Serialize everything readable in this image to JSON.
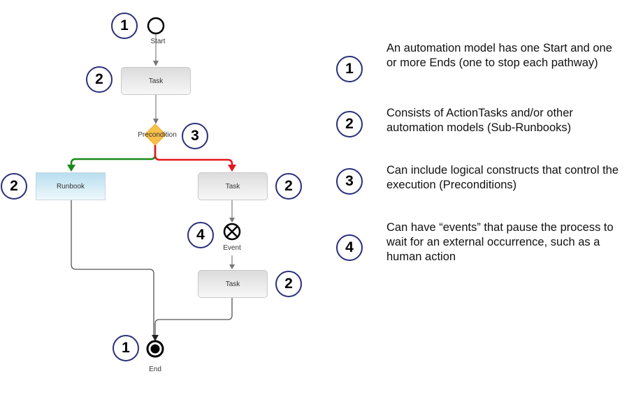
{
  "diagram": {
    "nodes": {
      "start": {
        "label": "Start",
        "badge": "1"
      },
      "task_top": {
        "label": "Task",
        "badge": "2"
      },
      "precondition": {
        "label": "Precondition",
        "badge": "3"
      },
      "runbook": {
        "label": "Runbook",
        "badge": "2"
      },
      "task_right": {
        "label": "Task",
        "badge": "2"
      },
      "event": {
        "label": "Event",
        "badge": "4"
      },
      "task_bottom": {
        "label": "Task",
        "badge": "2"
      },
      "end": {
        "label": "End",
        "badge": "1"
      }
    },
    "colors": {
      "badge_border": "#2a2f7a",
      "true_branch": "#1a8a1a",
      "false_branch": "#e8141c",
      "connector": "#808080",
      "diamond": "#f8c04a"
    }
  },
  "legend": [
    {
      "number": "1",
      "text": "An automation model has one Start and one or more Ends (one to stop each pathway)"
    },
    {
      "number": "2",
      "text": "Consists of ActionTasks and/or other automation models (Sub-Runbooks)"
    },
    {
      "number": "3",
      "text": "Can include logical constructs that control the execution (Preconditions)"
    },
    {
      "number": "4",
      "text": "Can have “events” that pause the process to wait for an external occurrence, such as a human action"
    }
  ]
}
